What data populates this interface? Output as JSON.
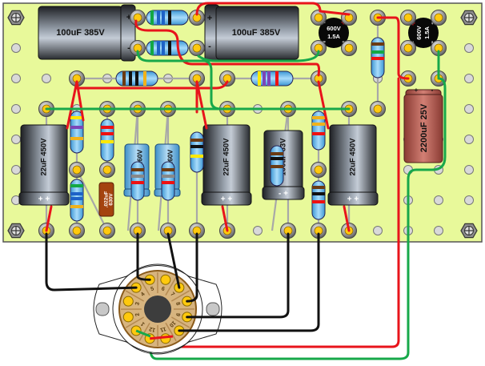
{
  "board": {
    "name": "Turret board layout",
    "board_color": "#e8f99a",
    "wire_colors": {
      "red": "#e8141b",
      "green": "#17a84a",
      "black": "#111111",
      "grey": "#a9a9a9"
    }
  },
  "capacitors": {
    "c_filter_1": {
      "label": "100uF 385V",
      "plus": "+",
      "minus": "-"
    },
    "c_filter_2": {
      "label": "100uF 385V",
      "plus": "+",
      "minus": "-"
    },
    "c_cathode_1": {
      "label": "22uF 450V",
      "polarity": "+ +"
    },
    "c_coupling_1": {
      "label": "4.7uF 160V",
      "polarity": "+ +"
    },
    "c_coupling_2": {
      "label": "4.7uF 160V",
      "polarity": "+ +"
    },
    "c_cathode_2": {
      "label": "22uF 450V",
      "polarity": "+ +"
    },
    "c_bypass": {
      "label": "100uF 63V",
      "polarity": "- +"
    },
    "c_cathode_3": {
      "label": "22uF 450V",
      "polarity": "+ +"
    },
    "c_heater": {
      "label": "2200uF 25V",
      "plus": "+",
      "minus": "-"
    },
    "c_film": {
      "label": ".022uF 630V"
    }
  },
  "bridges": {
    "br_hv": {
      "rating": "600V",
      "current": "1.5A",
      "plus": "+",
      "minus": "−",
      "ac": "~"
    },
    "br_lv": {
      "rating": "600V",
      "current": "1.5A",
      "plus": "+",
      "minus": "−",
      "ac": "~"
    }
  },
  "tube_socket": {
    "type": "12-pin compactron socket",
    "pins": [
      "1",
      "2",
      "3",
      "4",
      "5",
      "6",
      "7",
      "8",
      "9",
      "10",
      "11",
      "12"
    ]
  }
}
